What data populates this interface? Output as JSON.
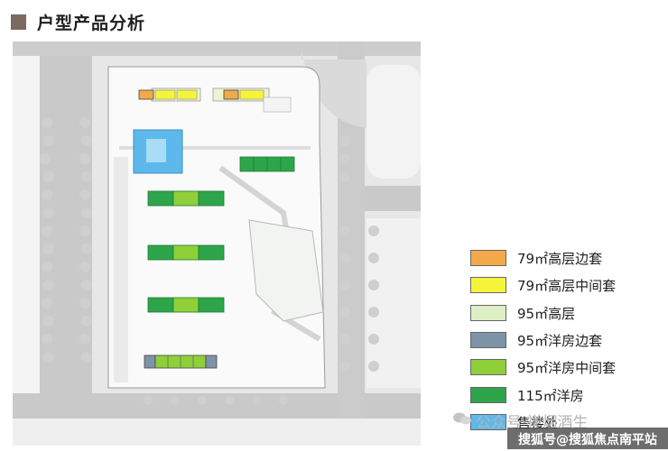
{
  "page": {
    "title": "户型产品分析"
  },
  "legend": [
    {
      "label": "79㎡高层边套",
      "color": "#f1a94a"
    },
    {
      "label": "79㎡高层中间套",
      "color": "#f6f43a"
    },
    {
      "label": "95㎡高层",
      "color": "#dcefc5"
    },
    {
      "label": "95㎡洋房边套",
      "color": "#7d93a8"
    },
    {
      "label": "95㎡洋房中间套",
      "color": "#8fcf3a"
    },
    {
      "label": "115㎡洋房",
      "color": "#2ea54a"
    },
    {
      "label": "售楼处",
      "color": "#5db9ec"
    }
  ],
  "watermark": {
    "faint_text": "公众号·禅烟酒生",
    "bar_text": "搜狐号@搜狐焦点南平站"
  },
  "icons": [
    "chat-icon"
  ]
}
